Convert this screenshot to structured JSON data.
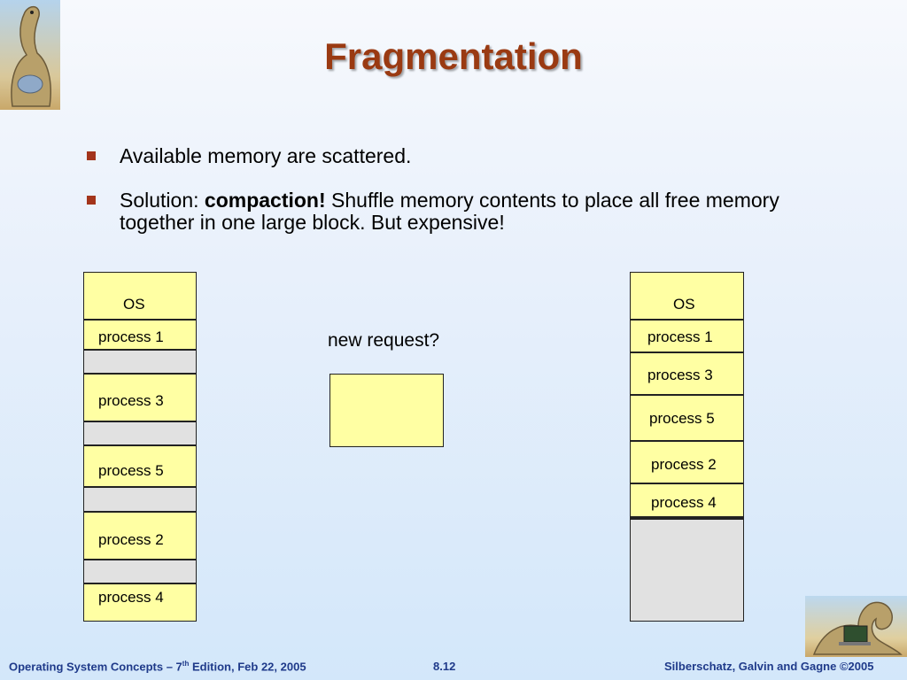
{
  "slide": {
    "title": "Fragmentation",
    "bullets": [
      {
        "text": "Available memory are scattered."
      },
      {
        "prefix": "Solution: ",
        "bold": "compaction!",
        "suffix": " Shuffle memory contents to place all free memory together in one large block. But expensive!"
      }
    ]
  },
  "diagram": {
    "left": {
      "os": "OS",
      "blocks": [
        "process 1",
        "process 3",
        "process 5",
        "process 2",
        "process 4"
      ]
    },
    "new_request": "new request?",
    "right": {
      "os": "OS",
      "blocks": [
        "process 1",
        "process 3",
        "process 5",
        "process 2",
        "process 4"
      ]
    }
  },
  "footer": {
    "left_prefix": "Operating System Concepts – 7",
    "left_sup": "th",
    "left_suffix": " Edition, Feb 22, 2005",
    "center": "8.12",
    "right": "Silberschatz, Galvin and Gagne ©2005"
  },
  "colors": {
    "title": "#9a3a12",
    "bullet": "#a3341b",
    "block": "#ffffa3",
    "free": "#e1e1e1",
    "footer": "#1f3a8a"
  }
}
